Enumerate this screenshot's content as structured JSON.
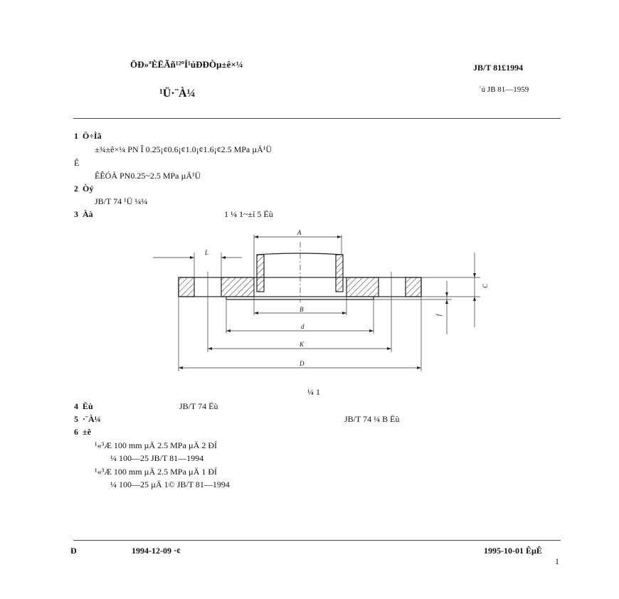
{
  "header": {
    "publisher": "ÖÐ»ªÈËÃñ¹²ºÍ¹úÐÐÒµ±ê×¼",
    "standard_no": "JB/T 81£­1994",
    "title": "¹Ü·¨À¼",
    "replaces": "´ú JB 81—1959"
  },
  "sections": [
    {
      "num": "1",
      "heading": "Ö÷Ìâ",
      "lines": [
        "±¾±ê×¼ PN Î 0.25¡¢0.6¡¢1.0¡¢1.6¡¢2.5 MPa µÄ¹Ü",
        "Ê",
        "ÊÊÓÃ PN0.25~2.5 MPa µÄ¹Ü"
      ]
    },
    {
      "num": "2",
      "heading": "Òý",
      "lines": [
        "JB/T 74 ¹Ü ¼¼"
      ]
    },
    {
      "num": "3",
      "heading": "Àà",
      "lines": [
        "1 ¼ 1~±í 5 Ëù"
      ]
    },
    {
      "num": "4",
      "heading": "Ëù",
      "lines": [
        "JB/T 74 Ëù"
      ]
    },
    {
      "num": "5",
      "heading": "·¨À¼",
      "lines": [
        "JB/T 74 ¼ B Ëù"
      ]
    },
    {
      "num": "6",
      "heading": "±ê",
      "lines": [
        "¹«³Æ 100 mm µÄ 2.5 MPa µÄ 2 ÐÍ",
        "¼ 100—25 JB/T 81—1994",
        "¹«³Æ 100 mm µÄ 2.5 MPa µÄ 1 ÐÍ",
        "¼ 100—25 µÄ 1© JB/T 81—1994"
      ]
    }
  ],
  "figure": {
    "caption": "¼ 1",
    "labels": {
      "A": "A",
      "L": "L",
      "B": "B",
      "d": "d",
      "K": "K",
      "D": "D",
      "C": "C",
      "f": "f"
    }
  },
  "footer": {
    "left_label": "Ð",
    "issue_date": "1994-12-09 ·¢",
    "effective_date": "1995-10-01 ÊµÊ",
    "page": "1"
  }
}
